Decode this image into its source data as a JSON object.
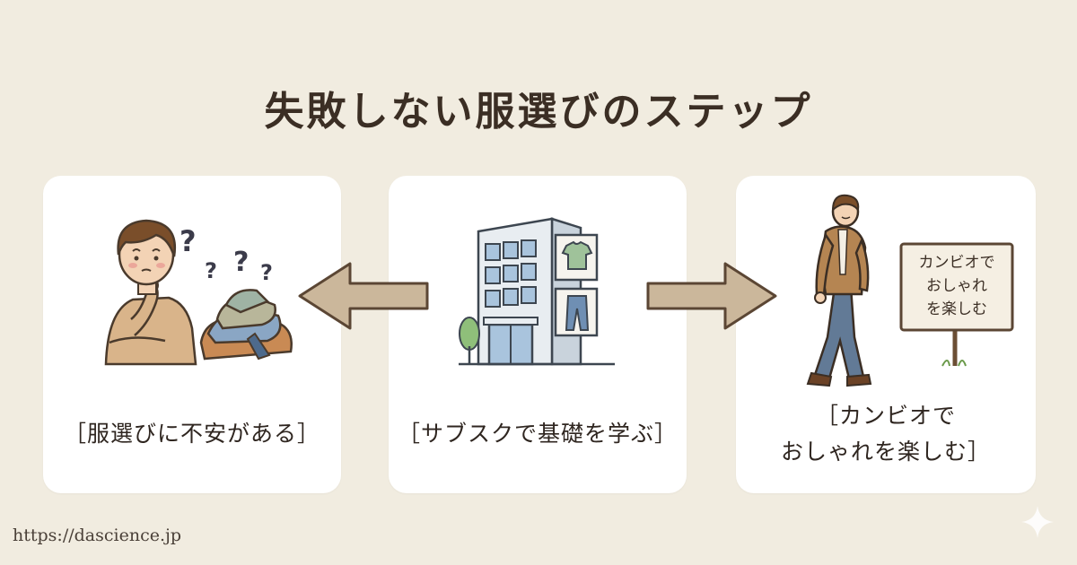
{
  "title": "失敗しない服選びのステップ",
  "steps": [
    {
      "label": "［服選びに不安がある］",
      "question_marks": [
        "?",
        "?",
        "?",
        "?"
      ]
    },
    {
      "label": "［サブスクで基礎を学ぶ］"
    },
    {
      "label_line1": "［カンビオで",
      "label_line2": "おしゃれを楽しむ］",
      "sign_lines": [
        "カンビオで",
        "おしゃれ",
        "を楽しむ"
      ]
    }
  ],
  "footer_url": "https://dascience.jp",
  "colors": {
    "background": "#f1ece0",
    "card": "#ffffff",
    "arrow_fill": "#cbb79b",
    "arrow_stroke": "#5b4634",
    "text": "#3b2e24"
  },
  "icons": [
    "confused-person-icon",
    "clothes-pile-icon",
    "building-icon",
    "walking-man-icon",
    "signboard-icon",
    "left-arrow-icon",
    "right-arrow-icon",
    "sparkle-icon"
  ]
}
